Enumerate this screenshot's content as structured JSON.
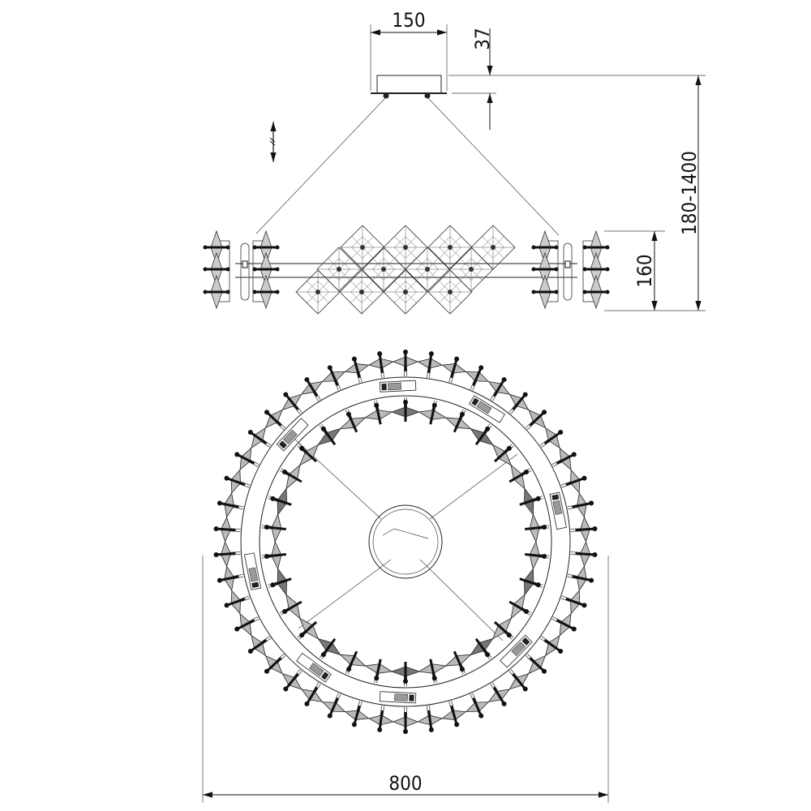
{
  "drawing": {
    "dimensions": {
      "canopy_width": "150",
      "canopy_height": "37",
      "suspension_height": "180-1400",
      "body_height": "160",
      "diameter": "800"
    },
    "adjustable_symbol": "↕",
    "colors": {
      "line": "#222222",
      "background": "#ffffff"
    }
  }
}
